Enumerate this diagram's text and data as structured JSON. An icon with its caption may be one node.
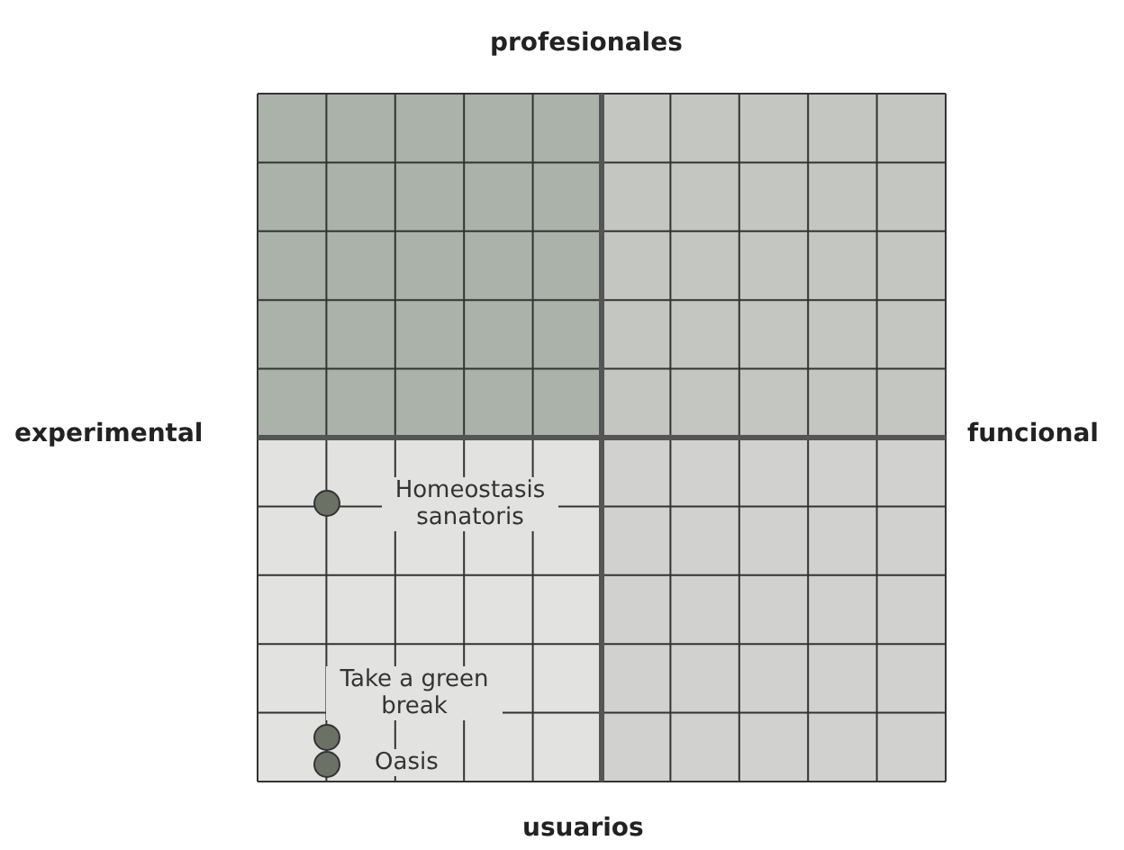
{
  "diagram": {
    "nodes": [
      {
        "text": [],
        "shape": "circle",
        "beside": [
          "Homeostasis sanatoris"
        ]
      },
      {
        "text": [],
        "shape": "circle",
        "beside": [
          "Take a green break"
        ]
      },
      {
        "text": [],
        "shape": "circle",
        "beside": [
          "Oasis"
        ]
      }
    ],
    "labels": [
      "profesionales",
      "experimental",
      "funcional",
      "usuarios"
    ]
  }
}
